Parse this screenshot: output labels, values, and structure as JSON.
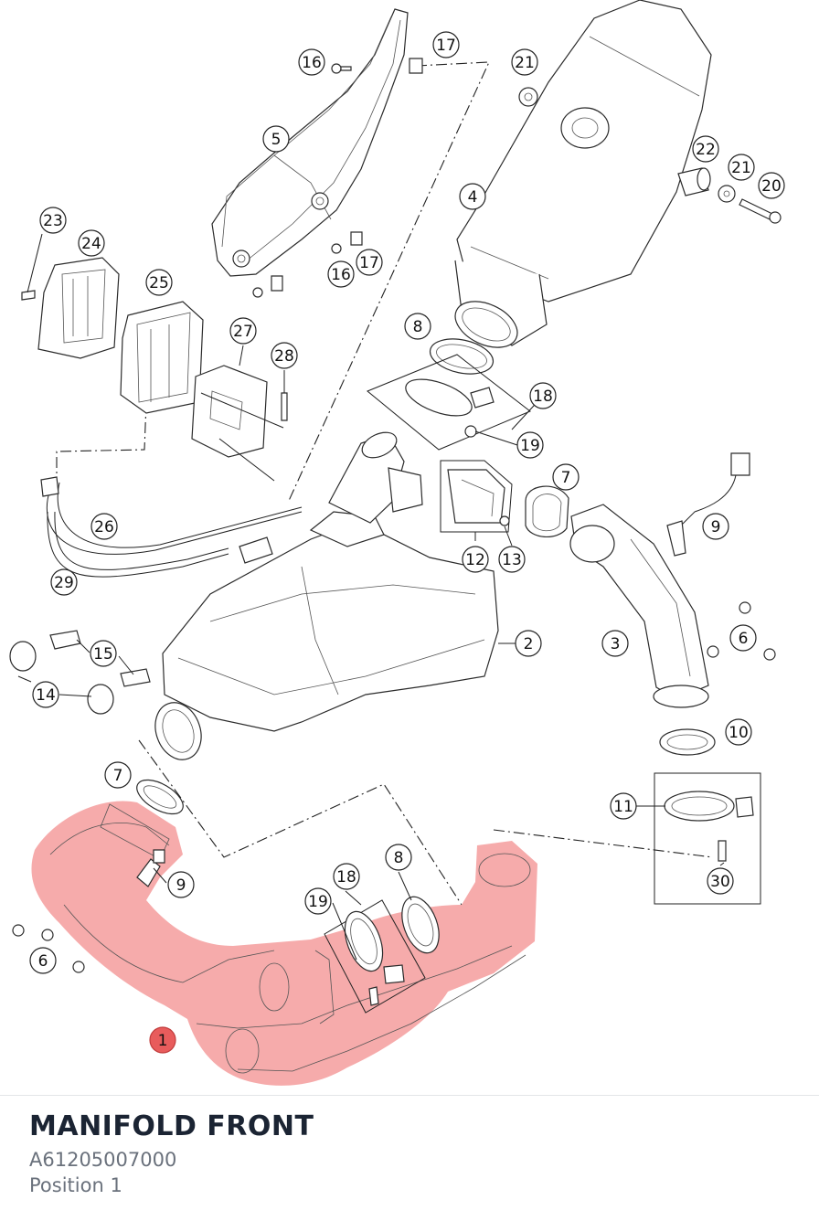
{
  "part": {
    "name": "MANIFOLD FRONT",
    "number": "A61205007000",
    "position": "Position 1"
  },
  "highlight": {
    "color": "#f28b8b",
    "marker_color": "#e85c5c"
  },
  "callouts": [
    {
      "id": "c-16a",
      "label": "16"
    },
    {
      "id": "c-17a",
      "label": "17"
    },
    {
      "id": "c-21a",
      "label": "21"
    },
    {
      "id": "c-5",
      "label": "5"
    },
    {
      "id": "c-22",
      "label": "22"
    },
    {
      "id": "c-21b",
      "label": "21"
    },
    {
      "id": "c-20",
      "label": "20"
    },
    {
      "id": "c-4",
      "label": "4"
    },
    {
      "id": "c-23",
      "label": "23"
    },
    {
      "id": "c-24",
      "label": "24"
    },
    {
      "id": "c-25",
      "label": "25"
    },
    {
      "id": "c-16b",
      "label": "16"
    },
    {
      "id": "c-17b",
      "label": "17"
    },
    {
      "id": "c-27",
      "label": "27"
    },
    {
      "id": "c-28",
      "label": "28"
    },
    {
      "id": "c-8a",
      "label": "8"
    },
    {
      "id": "c-18a",
      "label": "18"
    },
    {
      "id": "c-19a",
      "label": "19"
    },
    {
      "id": "c-7a",
      "label": "7"
    },
    {
      "id": "c-26",
      "label": "26"
    },
    {
      "id": "c-12",
      "label": "12"
    },
    {
      "id": "c-13",
      "label": "13"
    },
    {
      "id": "c-9a",
      "label": "9"
    },
    {
      "id": "c-29",
      "label": "29"
    },
    {
      "id": "c-2",
      "label": "2"
    },
    {
      "id": "c-3",
      "label": "3"
    },
    {
      "id": "c-6a",
      "label": "6"
    },
    {
      "id": "c-15",
      "label": "15"
    },
    {
      "id": "c-14",
      "label": "14"
    },
    {
      "id": "c-10",
      "label": "10"
    },
    {
      "id": "c-7b",
      "label": "7"
    },
    {
      "id": "c-11",
      "label": "11"
    },
    {
      "id": "c-9b",
      "label": "9"
    },
    {
      "id": "c-18b",
      "label": "18"
    },
    {
      "id": "c-8b",
      "label": "8"
    },
    {
      "id": "c-19b",
      "label": "19"
    },
    {
      "id": "c-30",
      "label": "30"
    },
    {
      "id": "c-6b",
      "label": "6"
    },
    {
      "id": "c-1",
      "label": "1"
    }
  ]
}
